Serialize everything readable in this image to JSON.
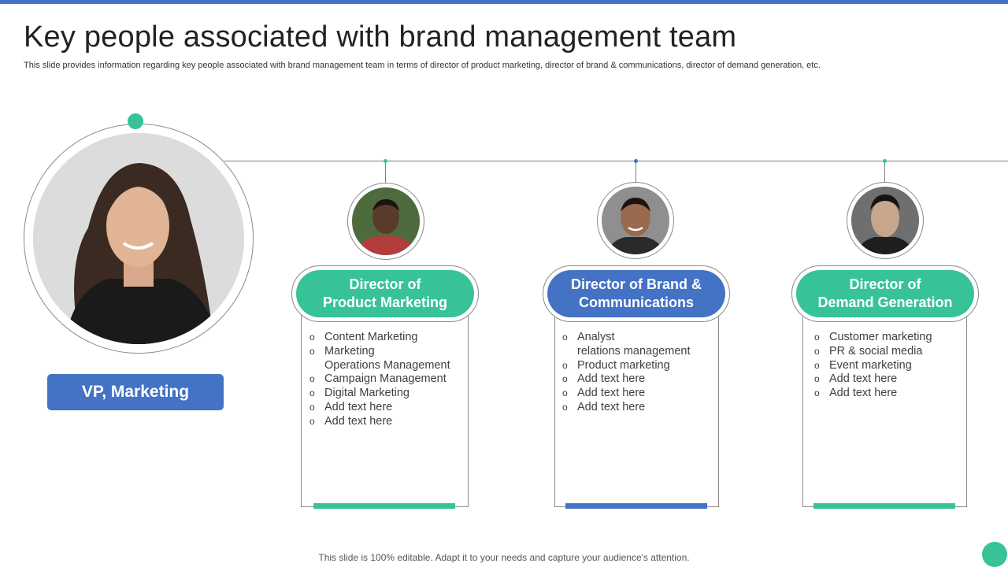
{
  "slide": {
    "title": "Key people associated with brand management team",
    "subtitle": "This slide provides information regarding key people associated with brand management team in terms of director of product marketing, director of brand & communications, director of demand generation, etc.",
    "footer": "This slide is 100% editable. Adapt it to your needs and capture your audience's attention."
  },
  "colors": {
    "blue": "#4472c4",
    "green": "#37c397",
    "line": "#7f7f7f"
  },
  "lead": {
    "label": "VP, Marketing",
    "photo": "woman-portrait"
  },
  "directors": [
    {
      "title_line1": "Director of",
      "title_line2": "Product Marketing",
      "accent": "green",
      "photo": "man-portrait",
      "items": [
        [
          "Content Marketing"
        ],
        [
          "Marketing",
          "Operations Management"
        ],
        [
          "Campaign Management"
        ],
        [
          "Digital Marketing"
        ],
        [
          "Add text here"
        ],
        [
          "Add text here"
        ]
      ]
    },
    {
      "title_line1": "Director of Brand &",
      "title_line2": "Communications",
      "accent": "blue",
      "photo": "man-portrait",
      "items": [
        [
          "Analyst",
          "relations management"
        ],
        [
          "Product marketing"
        ],
        [
          "Add text here"
        ],
        [
          "Add text here"
        ],
        [
          "Add text here"
        ]
      ]
    },
    {
      "title_line1": "Director of",
      "title_line2": "Demand Generation",
      "accent": "green",
      "photo": "man-portrait",
      "items": [
        [
          "Customer marketing"
        ],
        [
          "PR & social media"
        ],
        [
          "Event marketing"
        ],
        [
          "Add text here"
        ],
        [
          "Add text here"
        ]
      ]
    }
  ]
}
